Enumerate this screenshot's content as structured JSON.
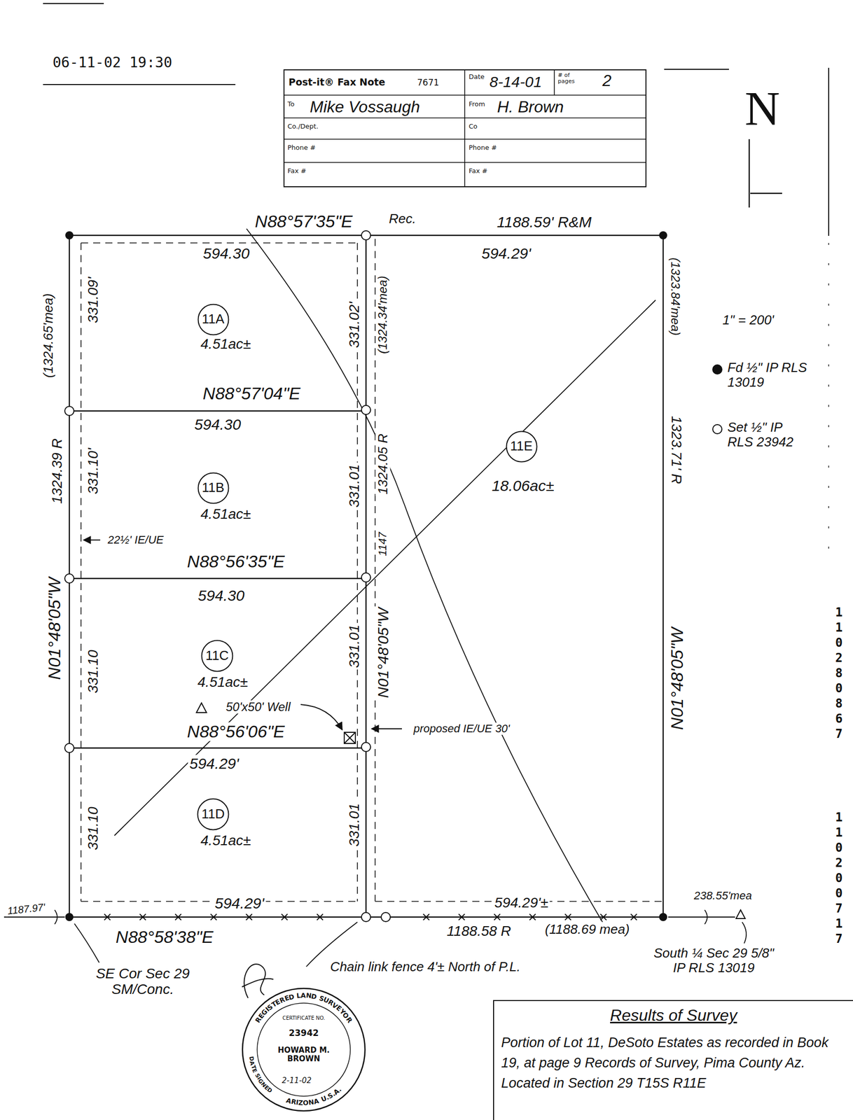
{
  "diagram": {
    "nodes": [
      {
        "text": [
          "Post-it® Fax Note",
          "7671",
          "Date",
          "8-14-01",
          "# of pages",
          "2",
          "To",
          "Mike Vossaugh",
          "From",
          "H. Brown",
          "Co./Dept.",
          "Co",
          "Phone #",
          "Phone #",
          "Fax #",
          "Fax #"
        ]
      },
      {
        "text": [
          "4.51ac±"
        ]
      },
      {
        "text": [
          "11A"
        ],
        "in": 1
      },
      {
        "text": [
          "4.51ac±"
        ]
      },
      {
        "text": [
          "11B"
        ],
        "in": 3
      },
      {
        "text": [
          "4.51ac±"
        ]
      },
      {
        "text": [
          "11C"
        ],
        "in": 5
      },
      {
        "text": [
          "4.51ac±"
        ]
      },
      {
        "text": [
          "11D"
        ],
        "in": 7
      },
      {
        "text": [
          "18.06ac±"
        ]
      },
      {
        "text": [
          "11E"
        ],
        "in": 9
      },
      {
        "text": [
          "REGISTERED LAND SURVEYOR",
          "CERTIFICATE NO.",
          "23942",
          "HOWARD M. BROWN",
          "DATE SIGNED",
          "2-11-02",
          "ARIZONA U.S.A."
        ]
      },
      {
        "text": [
          "Results of Survey",
          "Portion of Lot 11, DeSoto Estates as recorded in Book 19, at page 9 Records of Survey, Pima County Az. Located in Section 29 T15S R11E"
        ]
      }
    ],
    "labels": [
      "06-11-02 19:30",
      "N88°57'35\"E",
      "Rec.",
      "1188.59' R&M",
      "594.30",
      "594.29'",
      "(1324.65'mea)",
      "331.09'",
      "331.02'",
      "(1324.34'mea)",
      "(1323.84'mea)",
      "N88°57'04\"E",
      "594.30",
      "1324.39 R",
      "331.10'",
      "331.01",
      "1324.05 R",
      "1323.71' R",
      "22½' IE/UE",
      "N88°56'35\"E",
      "594.30",
      "N01°48'05\"W",
      "1147",
      "331.10",
      "331.01",
      "N01°48'05\"W",
      "N01°48'05\"W",
      "50'x50' Well",
      "proposed IE/UE 30'",
      "N88°56'06\"E",
      "594.29'",
      "331.10",
      "331.01",
      "594.29'",
      "594.29'±",
      "1187.97'",
      "N88°58'38\"E",
      "1188.58 R",
      "(1188.69 mea)",
      "238.55'mea",
      "SE Cor Sec 29 SM/Conc.",
      "Chain link fence 4'± North of P.L.",
      "South ¼ Sec 29 5/8\" IP RLS 13019",
      "1\" = 200'",
      "N",
      "110280867",
      "110200717"
    ],
    "legend": [
      {
        "text": "Fd ½\" IP RLS 13019"
      },
      {
        "text": "Set ½\" IP RLS 23942"
      }
    ]
  }
}
